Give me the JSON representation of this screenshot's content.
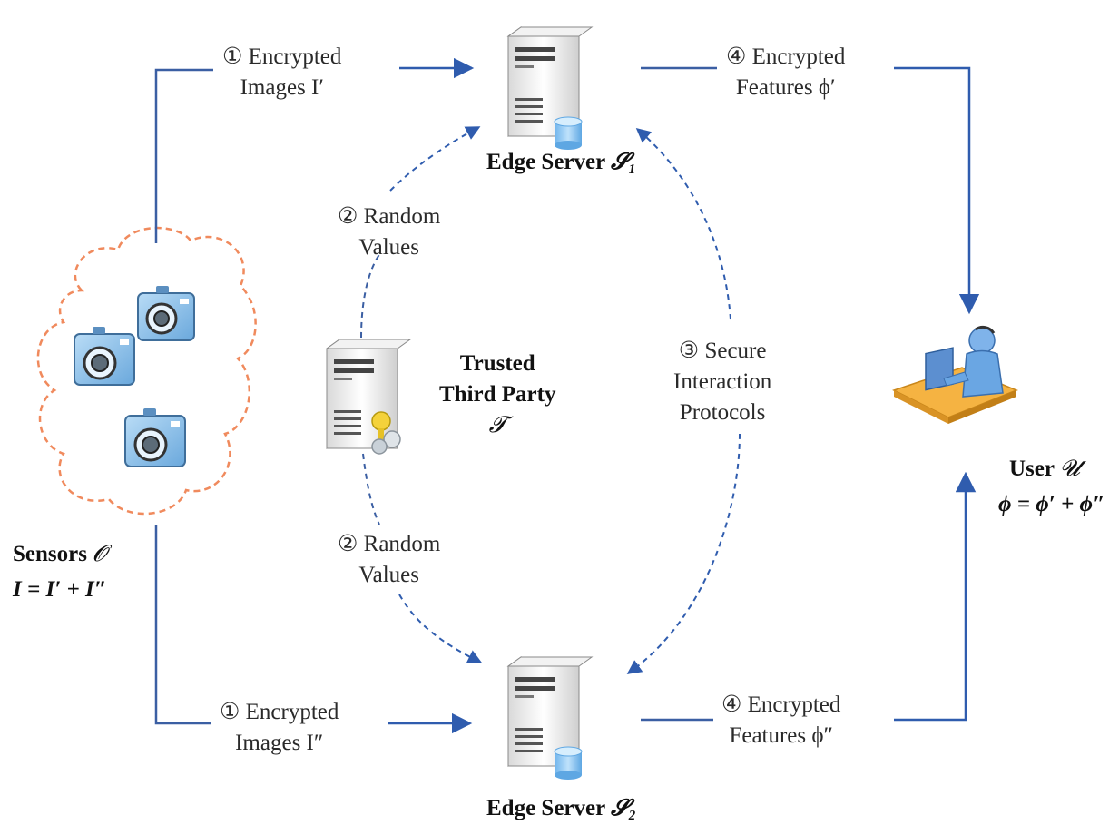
{
  "step1_top": {
    "line1": "① Encrypted",
    "line2": "Images I′"
  },
  "step1_bottom": {
    "line1": "① Encrypted",
    "line2": "Images I″"
  },
  "step2_top": {
    "line1": "② Random",
    "line2": "Values"
  },
  "step2_bottom": {
    "line1": "② Random",
    "line2": "Values"
  },
  "step3": {
    "line1": "③ Secure",
    "line2": "Interaction",
    "line3": "Protocols"
  },
  "step4_top": {
    "line1": "④ Encrypted",
    "line2": "Features ϕ′"
  },
  "step4_bottom": {
    "line1": "④ Encrypted",
    "line2": "Features ϕ″"
  },
  "edge_server_1": {
    "label": "Edge Server",
    "symbol": "𝓢₁"
  },
  "edge_server_2": {
    "label": "Edge Server",
    "symbol": "𝓢₂"
  },
  "ttp": {
    "line1": "Trusted",
    "line2": "Third Party",
    "symbol": "𝓣"
  },
  "user": {
    "label": "User",
    "symbol": "𝓤",
    "equation": "ϕ = ϕ′ + ϕ″"
  },
  "sensors": {
    "label": "Sensors",
    "symbol": "𝓞",
    "equation": "I = I′ + I″"
  },
  "colors": {
    "line": "#3b5fa3",
    "arrow": "#2f5cae",
    "cloud": "#f08a5d",
    "camera": "#8fc3ee"
  },
  "icons": {
    "server": "server-icon",
    "ttp": "key-server-icon",
    "camera": "camera-icon",
    "user": "user-at-desk-icon"
  }
}
